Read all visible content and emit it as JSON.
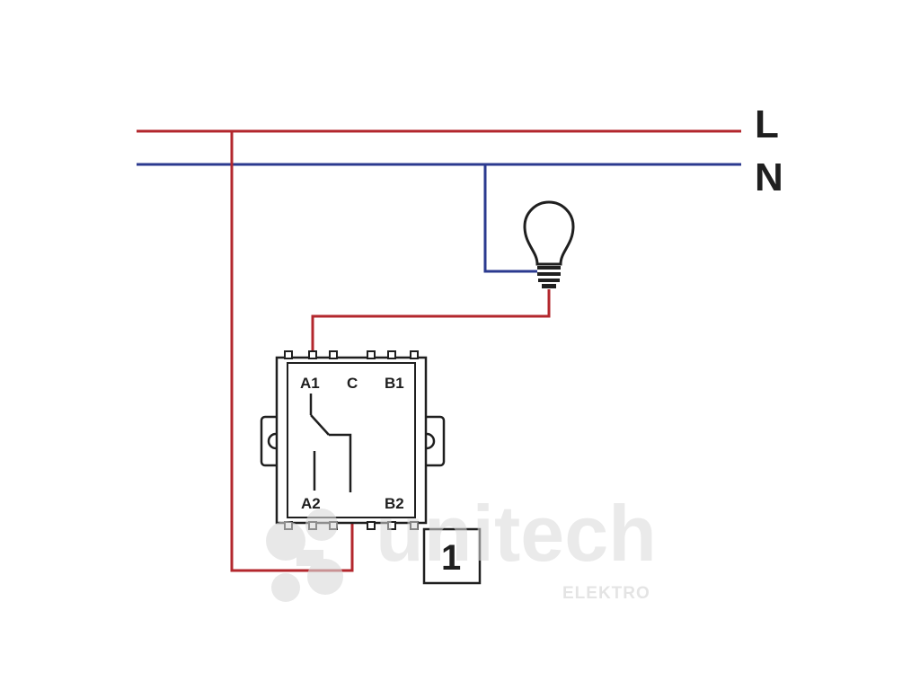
{
  "lines": {
    "phase_label": "L",
    "neutral_label": "N",
    "phase_color": "#b3272d",
    "neutral_color": "#2b3a8f"
  },
  "switch": {
    "terminals": {
      "a1": "A1",
      "c": "C",
      "b1": "B1",
      "a2": "A2",
      "b2": "B2"
    }
  },
  "diagram_number": "1",
  "watermark": {
    "brand": "unitech",
    "sub": "ELEKTRO"
  }
}
